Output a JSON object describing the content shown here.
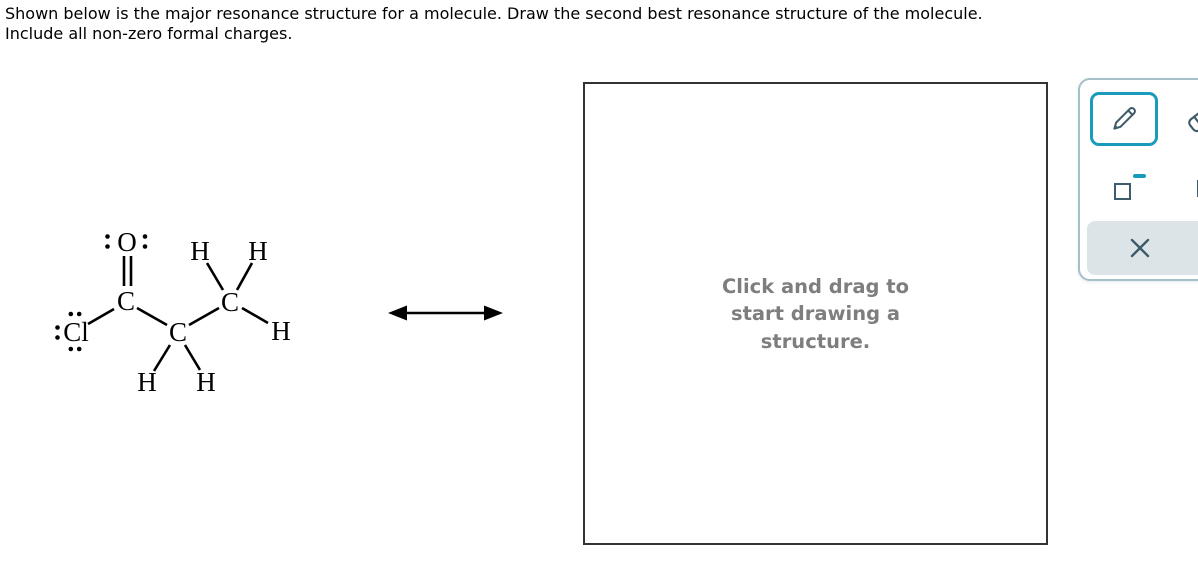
{
  "header": {
    "lines": [
      "Shown below is the major resonance structure for a molecule. Draw the second best resonance structure of the molecule.",
      "Include all non-zero formal charges."
    ]
  },
  "molecule": {
    "labels": {
      "O": "O",
      "Cl": "Cl",
      "C": "C",
      "H": "H"
    },
    "atoms": [
      {
        "id": "O",
        "element": "O",
        "lone_pairs": 2
      },
      {
        "id": "C1",
        "element": "C",
        "lone_pairs": 0
      },
      {
        "id": "Cl",
        "element": "Cl",
        "lone_pairs": 3
      },
      {
        "id": "C2",
        "element": "C",
        "lone_pairs": 0
      },
      {
        "id": "C3",
        "element": "C",
        "lone_pairs": 0
      },
      {
        "id": "H1",
        "element": "H"
      },
      {
        "id": "H2",
        "element": "H"
      },
      {
        "id": "H3",
        "element": "H"
      },
      {
        "id": "H4",
        "element": "H"
      },
      {
        "id": "H5",
        "element": "H"
      }
    ],
    "bonds": [
      {
        "from": "O",
        "to": "C1",
        "order": 2
      },
      {
        "from": "Cl",
        "to": "C1",
        "order": 1
      },
      {
        "from": "C1",
        "to": "C2",
        "order": 1
      },
      {
        "from": "C2",
        "to": "C3",
        "order": 1
      },
      {
        "from": "C2",
        "to": "H4",
        "order": 1
      },
      {
        "from": "C2",
        "to": "H5",
        "order": 1
      },
      {
        "from": "C3",
        "to": "H1",
        "order": 1
      },
      {
        "from": "C3",
        "to": "H2",
        "order": 1
      },
      {
        "from": "C3",
        "to": "H3",
        "order": 1
      }
    ]
  },
  "arrow": {
    "type": "resonance-double-headed"
  },
  "canvas": {
    "placeholder_lines": [
      "Click and drag to",
      "start drawing a",
      "structure."
    ]
  },
  "toolbar": {
    "tools": [
      {
        "name": "pencil",
        "selected": true
      },
      {
        "name": "eraser",
        "selected": false
      },
      {
        "name": "minus-charge",
        "selected": false
      },
      {
        "name": "lone-electron",
        "selected": false
      },
      {
        "name": "clear",
        "selected": false
      }
    ]
  },
  "colors": {
    "accent_teal": "#1b9bbb",
    "icon_slate": "#3e5c6b",
    "panel_border": "#a6c0c9",
    "clear_button_bg": "#dde4e8",
    "canvas_border": "#333333",
    "placeholder_gray": "#7e7e7e"
  }
}
